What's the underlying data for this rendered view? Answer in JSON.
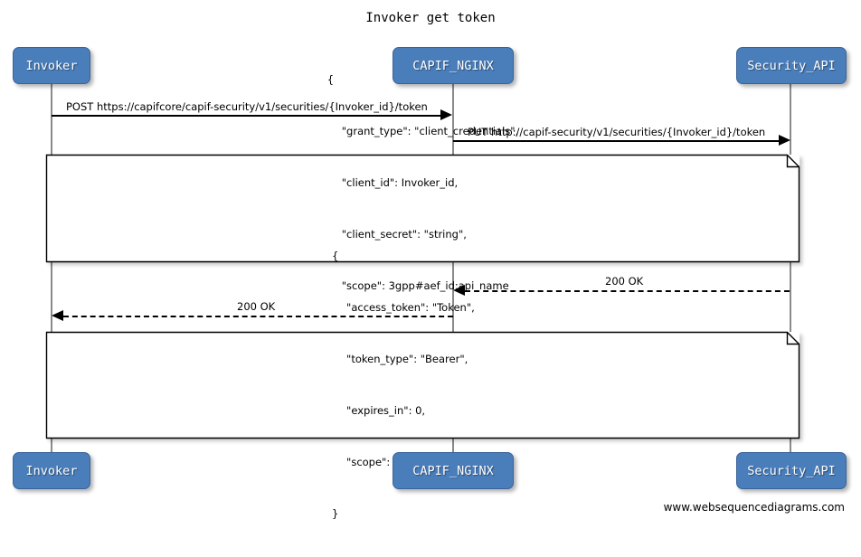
{
  "title": "Invoker get token",
  "footer": "www.websequencediagrams.com",
  "colors": {
    "participant_fill": "#4a7ebb",
    "participant_border": "#3a6298",
    "participant_text": "#ffffff",
    "lifeline": "#8a8a8a",
    "line": "#000000",
    "note_fill": "#ffffff",
    "background": "#ffffff"
  },
  "participants": [
    {
      "id": "invoker",
      "label": "Invoker"
    },
    {
      "id": "capif_nginx",
      "label": "CAPIF_NGINX"
    },
    {
      "id": "security_api",
      "label": "Security_API"
    }
  ],
  "participants_bottom": [
    {
      "id": "invoker",
      "label": "Invoker"
    },
    {
      "id": "capif_nginx",
      "label": "CAPIF_NGINX"
    },
    {
      "id": "security_api",
      "label": "Security_API"
    }
  ],
  "messages": [
    {
      "id": "msg-post-token",
      "label": "POST https://capifcore/capif-security/v1/securities/{Invoker_id}/token",
      "from": "invoker",
      "to": "capif_nginx",
      "style": "solid",
      "direction": "right"
    },
    {
      "id": "msg-put-token",
      "label": "PUT http://capif-security/v1/securities/{Invoker_id}/token",
      "from": "capif_nginx",
      "to": "security_api",
      "style": "solid",
      "direction": "right"
    },
    {
      "id": "msg-200-ok-security",
      "label": "200 OK",
      "from": "security_api",
      "to": "capif_nginx",
      "style": "dashed",
      "direction": "left"
    },
    {
      "id": "msg-200-ok-invoker",
      "label": "200 OK",
      "from": "capif_nginx",
      "to": "invoker",
      "style": "dashed",
      "direction": "left"
    }
  ],
  "notes": [
    {
      "id": "note-request-body",
      "lines": [
        {
          "text": "{",
          "indent": false
        },
        {
          "text": "\"grant_type\": \"client_credentials\",",
          "indent": true
        },
        {
          "text": "\"client_id\": Invoker_id,",
          "indent": true
        },
        {
          "text": "\"client_secret\": \"string\",",
          "indent": true
        },
        {
          "text": "\"scope\": 3gpp#aef_id:api_name",
          "indent": true
        },
        {
          "text": "}",
          "indent": false
        }
      ]
    },
    {
      "id": "note-response-body",
      "lines": [
        {
          "text": "{",
          "indent": false
        },
        {
          "text": "\"access_token\": \"Token\",",
          "indent": true
        },
        {
          "text": "\"token_type\": \"Bearer\",",
          "indent": true
        },
        {
          "text": "\"expires_in\": 0,",
          "indent": true
        },
        {
          "text": "\"scope\": 3gpp#aef_id:api_name",
          "indent": true
        },
        {
          "text": "}",
          "indent": false
        }
      ]
    }
  ]
}
